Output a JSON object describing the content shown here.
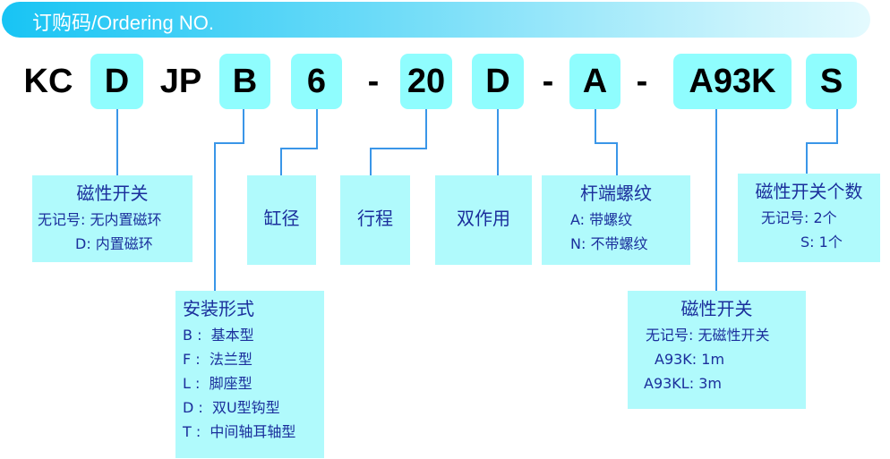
{
  "header": {
    "title": "订购码/Ordering NO."
  },
  "code": {
    "kc": "KC",
    "d": "D",
    "jp": "JP",
    "b": "B",
    "bore": "6",
    "dash1": "-",
    "stroke": "20",
    "action": "D",
    "dash2": "-",
    "rod": "A",
    "dash3": "-",
    "switch": "A93K",
    "count": "S"
  },
  "boxes": {
    "magnet": {
      "title": "磁性开关",
      "lines": [
        "无记号: 无内置磁环",
        "D: 内置磁环"
      ]
    },
    "mount": {
      "title": "安装形式",
      "lines": [
        "B :  基本型",
        "F :  法兰型",
        "L :  脚座型",
        "D :  双U型钩型",
        "T :  中间轴耳轴型"
      ]
    },
    "bore": {
      "title": "缸径"
    },
    "stroke": {
      "title": "行程"
    },
    "action": {
      "title": "双作用"
    },
    "rod": {
      "title": "杆端螺纹",
      "lines": [
        "A: 带螺纹",
        "N: 不带螺纹"
      ]
    },
    "count": {
      "title": "磁性开关个数",
      "lines": [
        "无记号: 2个",
        "S: 1个"
      ]
    },
    "switch": {
      "title": "磁性开关",
      "lines": [
        "无记号: 无磁性开关",
        "A93K: 1m",
        "A93KL: 3m"
      ]
    }
  }
}
